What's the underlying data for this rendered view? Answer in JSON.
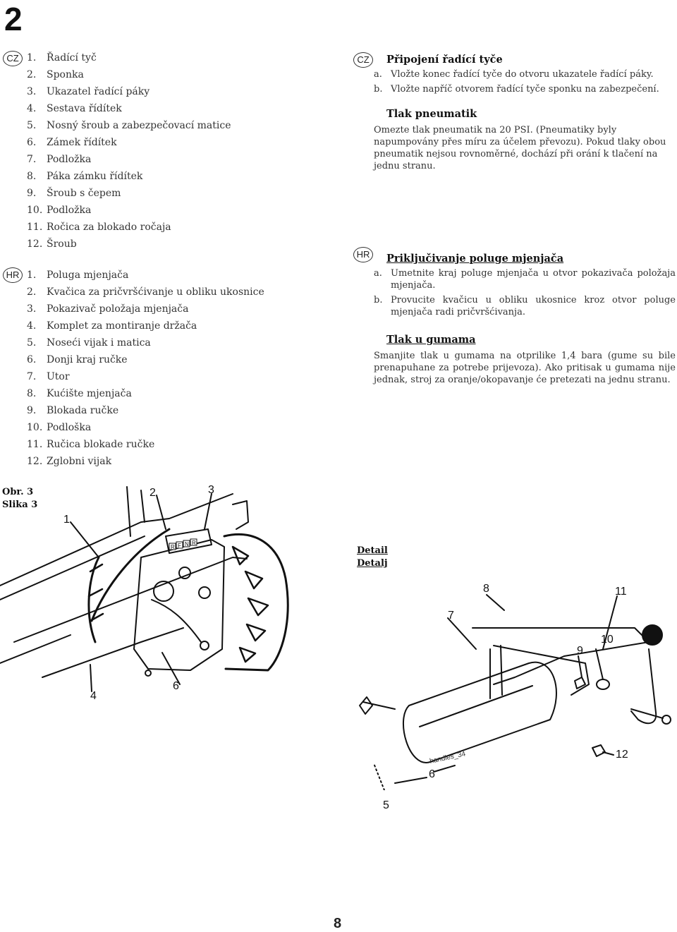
{
  "section_number": "2",
  "cz": {
    "badge": "CZ",
    "parts": [
      {
        "n": "1.",
        "label": "Řadící tyč"
      },
      {
        "n": "2.",
        "label": "Sponka"
      },
      {
        "n": "3.",
        "label": "Ukazatel řadící páky"
      },
      {
        "n": "4.",
        "label": "Sestava řídítek"
      },
      {
        "n": "5.",
        "label": "Nosný šroub a zabezpečovací matice"
      },
      {
        "n": "6.",
        "label": "Zámek řídítek"
      },
      {
        "n": "7.",
        "label": "Podložka"
      },
      {
        "n": "8.",
        "label": "Páka zámku řídítek"
      },
      {
        "n": "9.",
        "label": "Šroub s čepem"
      },
      {
        "n": "10.",
        "label": "Podložka"
      },
      {
        "n": "11.",
        "label": "Ročica za blokado ročaja"
      },
      {
        "n": "12.",
        "label": "Šroub"
      }
    ],
    "title1": "Připojení řadící tyče",
    "steps": [
      {
        "l": "a.",
        "t": "Vložte konec řadící tyče do otvoru ukazatele řadící páky."
      },
      {
        "l": "b.",
        "t": "Vložte napříč otvorem řadící tyče sponku na zabezpečení."
      }
    ],
    "title2": "Tlak pneumatik",
    "para": "Omezte tlak pneumatik na 20 PSI. (Pneumatiky byly napumpovány přes míru za účelem převozu). Pokud tlaky obou pneumatik nejsou rovnoměrné, dochází při orání k tlačení na jednu stranu."
  },
  "hr": {
    "badge": "HR",
    "parts": [
      {
        "n": "1.",
        "label": "Poluga mjenjača"
      },
      {
        "n": "2.",
        "label": "Kvačica za pričvršćivanje u obliku ukosnice"
      },
      {
        "n": "3.",
        "label": "Pokazivač položaja mjenjača"
      },
      {
        "n": "4.",
        "label": "Komplet za montiranje držača"
      },
      {
        "n": "5.",
        "label": "Noseći vijak i matica"
      },
      {
        "n": "6.",
        "label": "Donji kraj ručke"
      },
      {
        "n": "7.",
        "label": "Utor"
      },
      {
        "n": "8.",
        "label": "Kućište mjenjača"
      },
      {
        "n": "9.",
        "label": "Blokada ručke"
      },
      {
        "n": "10.",
        "label": "Podloška"
      },
      {
        "n": "11.",
        "label": "Ručica blokade ručke"
      },
      {
        "n": "12.",
        "label": "Zglobni vijak"
      }
    ],
    "title1": "Priključivanje poluge mjenjača",
    "steps": [
      {
        "l": "a.",
        "t": "Umetnite kraj poluge mjenjača u otvor pokazivača položaja mjenjača."
      },
      {
        "l": "b.",
        "t": "Provucite kvačicu u obliku ukosnice kroz otvor poluge mjenjača radi pričvršćivanja."
      }
    ],
    "title2": "Tlak u gumama",
    "para": "Smanjite tlak u gumama na otprilike 1,4 bara (gume su bile prenapuhane za potrebe prijevoza). Ako pritisak u gumama nije jednak, stroj za oranje/okopavanje će pretezati na jednu stranu."
  },
  "figure": {
    "caption_cz": "Obr. 3",
    "caption_hr": "Slika 3",
    "detail_cz": "Detail",
    "detail_hr": "Detalj",
    "callouts": [
      "1",
      "2",
      "3",
      "4",
      "5",
      "6",
      "7",
      "8",
      "9",
      "10",
      "11",
      "12"
    ],
    "detail_callout_6": "6",
    "panel_letters": [
      "R",
      "F",
      "N",
      "R"
    ],
    "small_text": "handles_34"
  },
  "page_number": "8"
}
